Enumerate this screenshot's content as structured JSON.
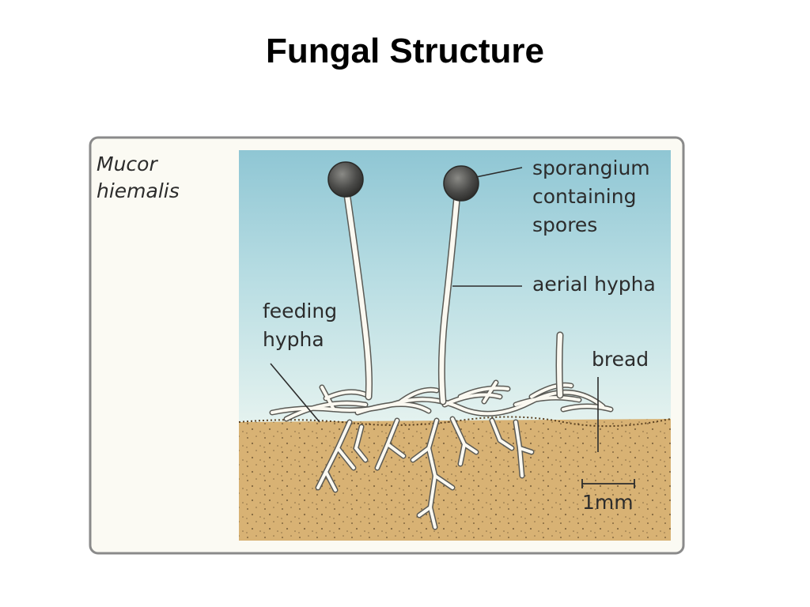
{
  "slide": {
    "title": "Fungal Structure"
  },
  "figure": {
    "species_line1": "Mucor",
    "species_line2": "hiemalis",
    "labels": {
      "sporangium_line1": "sporangium",
      "sporangium_line2": "containing",
      "sporangium_line3": "spores",
      "aerial_hypha": "aerial hypha",
      "feeding_hypha_line1": "feeding",
      "feeding_hypha_line2": "hypha",
      "bread": "bread",
      "scale": "1mm"
    },
    "colors": {
      "sky_top": "#8fc6d4",
      "sky_bottom": "#dff0ee",
      "bread": "#d8b274",
      "frame": "#8a8a8a",
      "hypha_fill": "#fbf9f1",
      "hypha_outline": "#5a5a55",
      "sporangium": "#4a4a48"
    }
  }
}
